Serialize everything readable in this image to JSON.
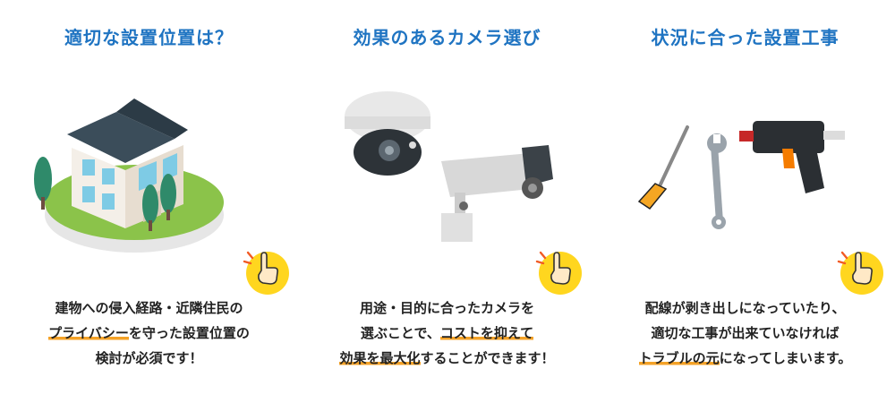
{
  "columns": [
    {
      "title": "適切な設置位置は？",
      "lines": [
        {
          "pre": "建物への侵入経路・近隣住民の",
          "hl": "",
          "post": ""
        },
        {
          "pre": "",
          "hl": "プライバシー",
          "post": "を守った設置位置の"
        },
        {
          "pre": "検討が必須です！",
          "hl": "",
          "post": ""
        }
      ]
    },
    {
      "title": "効果のあるカメラ選び",
      "lines": [
        {
          "pre": "用途・目的に合ったカメラを",
          "hl": "",
          "post": ""
        },
        {
          "pre": "選ぶことで、",
          "hl": "コストを抑えて",
          "post": ""
        },
        {
          "pre": "",
          "hl": "効果を最大化",
          "post": "することができます！"
        }
      ]
    },
    {
      "title": "状況に合った設置工事",
      "lines": [
        {
          "pre": "配線が剥き出しになっていたり、",
          "hl": "",
          "post": ""
        },
        {
          "pre": "適切な工事が出来ていなければ",
          "hl": "",
          "post": ""
        },
        {
          "pre": "",
          "hl": "トラブルの元",
          "post": "になってしまいます。"
        }
      ]
    }
  ],
  "colors": {
    "title": "#1f74c2",
    "highlight": "#f4a227",
    "badge": "#ffd61f"
  },
  "icons": [
    "house-illustration",
    "security-camera-illustration",
    "tools-illustration",
    "pointing-hand-icon"
  ]
}
